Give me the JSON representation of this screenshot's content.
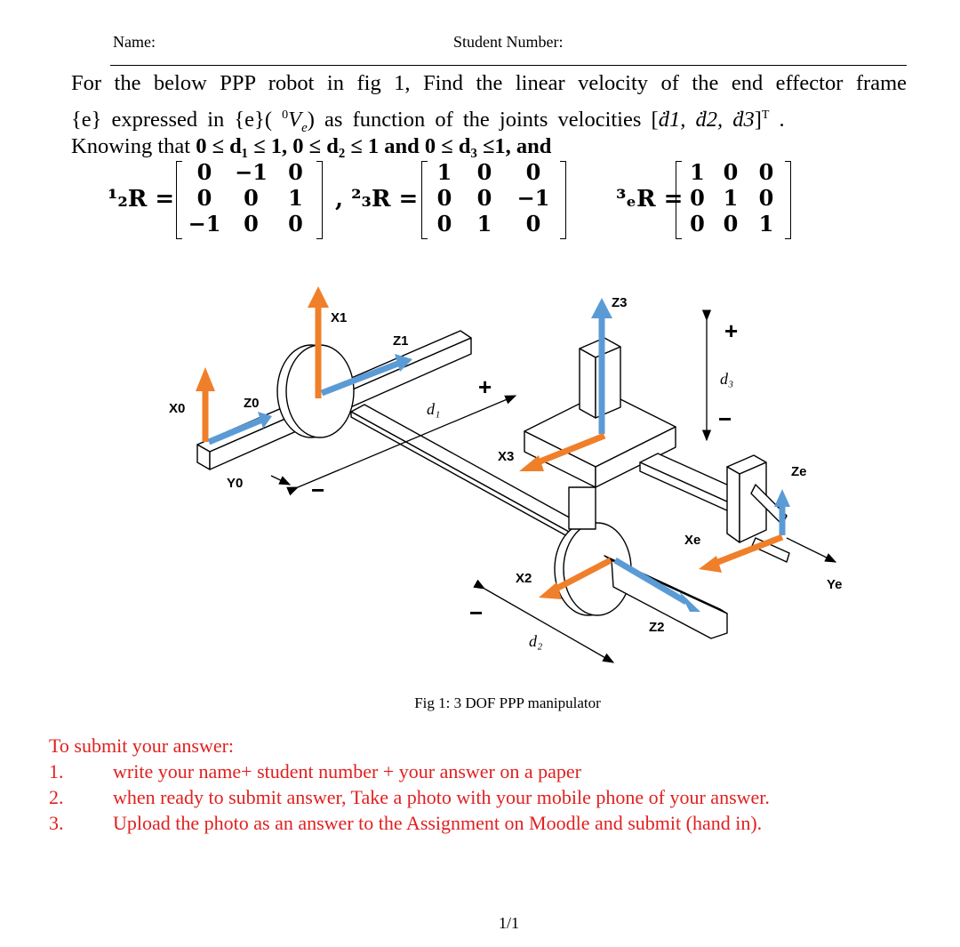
{
  "header": {
    "name_label": "Name:",
    "student_number_label": "Student Number:"
  },
  "problem": {
    "line1": "For the below PPP robot in fig 1, Find the linear velocity of the end effector frame",
    "line2_a": "{e} expressed in {e}( ",
    "line2_sup": "0",
    "line2_V": "V",
    "line2_sub": "e",
    "line2_b": ")   as function of the joints velocities [",
    "line2_vel": "ḋ1, ḋ2, ḋ3",
    "line2_c": "]",
    "line2_T": "T",
    "line2_end": "  .",
    "line3_a": "Knowing that ",
    "line3_b": "0 ≤ d₁ ≤ 1,    0 ≤ d₂ ≤ 1 and  0 ≤ d₃ ≤1, and"
  },
  "matrices": [
    {
      "label": "¹₂R =",
      "rows": [
        [
          "0",
          "−1",
          "0"
        ],
        [
          "0",
          "0",
          "1"
        ],
        [
          "−1",
          "0",
          "0"
        ]
      ]
    },
    {
      "label": ", ²₃R =",
      "rows": [
        [
          "1",
          "0",
          "0"
        ],
        [
          "0",
          "0",
          "−1"
        ],
        [
          "0",
          "1",
          "0"
        ]
      ]
    },
    {
      "label": "³ₑR =",
      "rows": [
        [
          "1",
          "0",
          "0"
        ],
        [
          "0",
          "1",
          "0"
        ],
        [
          "0",
          "0",
          "1"
        ]
      ]
    }
  ],
  "figure": {
    "labels": {
      "x0": "X0",
      "z0": "Z0",
      "y0": "Y0",
      "x1": "X1",
      "z1": "Z1",
      "x2": "X2",
      "z2": "Z2",
      "x3": "X3",
      "z3": "Z3",
      "xe": "Xe",
      "ye": "Ye",
      "ze": "Ze",
      "d1": "d₁",
      "d2": "d₂",
      "d3": "d₃",
      "plus": "+",
      "minus": "−"
    },
    "colors": {
      "orange": "#f07f2a",
      "blue": "#5b9bd5"
    },
    "caption": "Fig 1: 3 DOF PPP  manipulator"
  },
  "instructions": {
    "heading": "To submit your answer:",
    "items": [
      {
        "num": "1.",
        "text": "write your name+ student number + your answer on a paper"
      },
      {
        "num": "2.",
        "text": "when ready to submit answer, Take a photo with your mobile phone of your answer."
      },
      {
        "num": "3.",
        "text": "Upload the photo as an answer to the Assignment on Moodle and submit (hand in)."
      }
    ]
  },
  "page_number": "1/1"
}
